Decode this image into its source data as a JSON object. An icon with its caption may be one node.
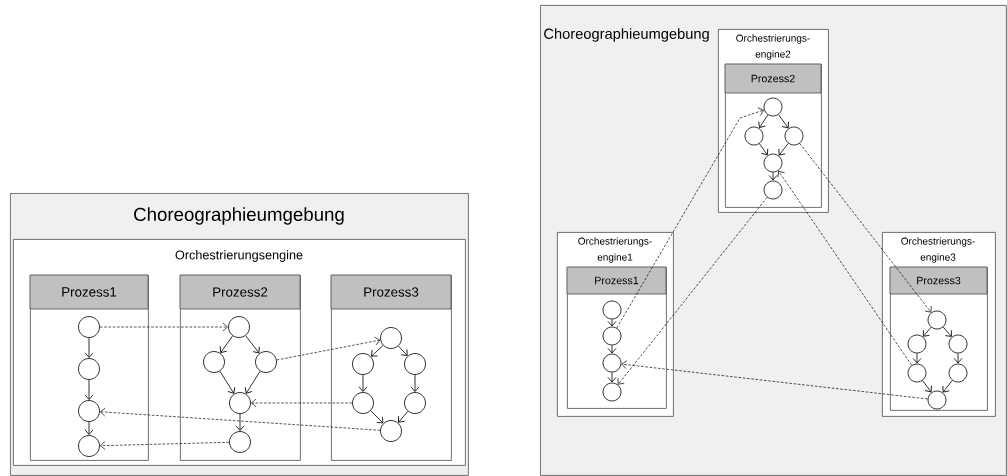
{
  "diagram": {
    "nodes": [
      {
        "text": [
          "Choreographieumgebung"
        ]
      },
      {
        "text": [
          "Orchestrierungsengine"
        ],
        "in": 0
      },
      {
        "text": [
          "Prozess1"
        ],
        "in": 1
      },
      {
        "text": [
          "Prozess2"
        ],
        "in": 1
      },
      {
        "text": [
          "Prozess3"
        ],
        "in": 1
      },
      {
        "text": [],
        "shape": "circle",
        "in": 2
      },
      {
        "text": [],
        "shape": "circle",
        "in": 2
      },
      {
        "text": [],
        "shape": "circle",
        "in": 2
      },
      {
        "text": [],
        "shape": "circle",
        "in": 2
      },
      {
        "text": [],
        "shape": "circle",
        "in": 3
      },
      {
        "text": [],
        "shape": "circle",
        "in": 3
      },
      {
        "text": [],
        "shape": "circle",
        "in": 3
      },
      {
        "text": [],
        "shape": "circle",
        "in": 3
      },
      {
        "text": [],
        "shape": "circle",
        "in": 3
      },
      {
        "text": [],
        "shape": "circle",
        "in": 4
      },
      {
        "text": [],
        "shape": "circle",
        "in": 4
      },
      {
        "text": [],
        "shape": "circle",
        "in": 4
      },
      {
        "text": [],
        "shape": "circle",
        "in": 4
      },
      {
        "text": [],
        "shape": "circle",
        "in": 4
      },
      {
        "text": [],
        "shape": "circle",
        "in": 4
      },
      {
        "text": [
          "Choreographieumgebung"
        ]
      },
      {
        "text": [
          "Orchestrierungs- engine2"
        ],
        "in": 20
      },
      {
        "text": [
          "Prozess2"
        ],
        "in": 21
      },
      {
        "text": [],
        "shape": "circle",
        "in": 22
      },
      {
        "text": [],
        "shape": "circle",
        "in": 22
      },
      {
        "text": [],
        "shape": "circle",
        "in": 22
      },
      {
        "text": [],
        "shape": "circle",
        "in": 22
      },
      {
        "text": [],
        "shape": "circle",
        "in": 22
      },
      {
        "text": [
          "Orchestrierungs- engine1"
        ],
        "in": 20
      },
      {
        "text": [
          "Prozess1"
        ],
        "in": 28
      },
      {
        "text": [],
        "shape": "circle",
        "in": 29
      },
      {
        "text": [],
        "shape": "circle",
        "in": 29
      },
      {
        "text": [],
        "shape": "circle",
        "in": 29
      },
      {
        "text": [],
        "shape": "circle",
        "in": 29
      },
      {
        "text": [
          "Orchestrierungs- engine3"
        ],
        "in": 20
      },
      {
        "text": [
          "Prozess3"
        ],
        "in": 34
      },
      {
        "text": [],
        "shape": "circle",
        "in": 35
      },
      {
        "text": [],
        "shape": "circle",
        "in": 35
      },
      {
        "text": [],
        "shape": "circle",
        "in": 35
      },
      {
        "text": [],
        "shape": "circle",
        "in": 35
      },
      {
        "text": [],
        "shape": "circle",
        "in": 35
      },
      {
        "text": [],
        "shape": "circle",
        "in": 35
      }
    ],
    "edges": [
      {
        "from": 5,
        "to": 6,
        "arrow": "to"
      },
      {
        "from": 6,
        "to": 7,
        "arrow": "to"
      },
      {
        "from": 7,
        "to": 8,
        "arrow": "to"
      },
      {
        "from": 9,
        "to": 10,
        "arrow": "to"
      },
      {
        "from": 9,
        "to": 11,
        "arrow": "to"
      },
      {
        "from": 10,
        "to": 12,
        "arrow": "to"
      },
      {
        "from": 11,
        "to": 12,
        "arrow": "to"
      },
      {
        "from": 12,
        "to": 13,
        "arrow": "to"
      },
      {
        "from": 14,
        "to": 15,
        "arrow": "to"
      },
      {
        "from": 14,
        "to": 16,
        "arrow": "to"
      },
      {
        "from": 15,
        "to": 17,
        "arrow": "to"
      },
      {
        "from": 16,
        "to": 18,
        "arrow": "to"
      },
      {
        "from": 17,
        "to": 19,
        "arrow": "to"
      },
      {
        "from": 18,
        "to": 19,
        "arrow": "to"
      },
      {
        "from": 5,
        "to": 9,
        "arrow": "to",
        "style": "dashed"
      },
      {
        "from": 11,
        "to": 14,
        "arrow": "to",
        "style": "dashed"
      },
      {
        "from": 17,
        "to": 12,
        "arrow": "to",
        "style": "dashed"
      },
      {
        "from": 19,
        "to": 7,
        "arrow": "to",
        "style": "dashed"
      },
      {
        "from": 13,
        "to": 8,
        "arrow": "to",
        "style": "dashed"
      },
      {
        "from": 23,
        "to": 24,
        "arrow": "to"
      },
      {
        "from": 23,
        "to": 25,
        "arrow": "to"
      },
      {
        "from": 24,
        "to": 26,
        "arrow": "to"
      },
      {
        "from": 25,
        "to": 26,
        "arrow": "to"
      },
      {
        "from": 26,
        "to": 27,
        "arrow": "to"
      },
      {
        "from": 30,
        "to": 31,
        "arrow": "to"
      },
      {
        "from": 31,
        "to": 32,
        "arrow": "to"
      },
      {
        "from": 32,
        "to": 33,
        "arrow": "to"
      },
      {
        "from": 36,
        "to": 37,
        "arrow": "to"
      },
      {
        "from": 36,
        "to": 38,
        "arrow": "to"
      },
      {
        "from": 37,
        "to": 39,
        "arrow": "to"
      },
      {
        "from": 38,
        "to": 40,
        "arrow": "to"
      },
      {
        "from": 39,
        "to": 41,
        "arrow": "to"
      },
      {
        "from": 40,
        "to": 41,
        "arrow": "to"
      },
      {
        "from": 31,
        "to": 23,
        "arrow": "to",
        "style": "dashed"
      },
      {
        "from": 25,
        "to": 36,
        "arrow": "to",
        "style": "dashed"
      },
      {
        "from": 39,
        "to": 26,
        "arrow": "to",
        "style": "dashed"
      },
      {
        "from": 41,
        "to": 32,
        "arrow": "to",
        "style": "dashed"
      },
      {
        "from": 27,
        "to": 33,
        "arrow": "to",
        "style": "dashed"
      }
    ]
  }
}
